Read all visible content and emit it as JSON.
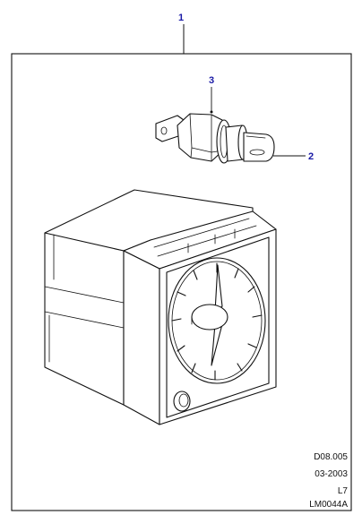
{
  "callouts": {
    "clock_assembly": "1",
    "bulb": "2",
    "bulb_holder": "3"
  },
  "reference": {
    "drawing_code": "D08.005",
    "date": "03-2003",
    "model": "L7",
    "part_code": "LM0044A"
  },
  "colors": {
    "callout": "#1a1aa6",
    "line": "#111111"
  }
}
